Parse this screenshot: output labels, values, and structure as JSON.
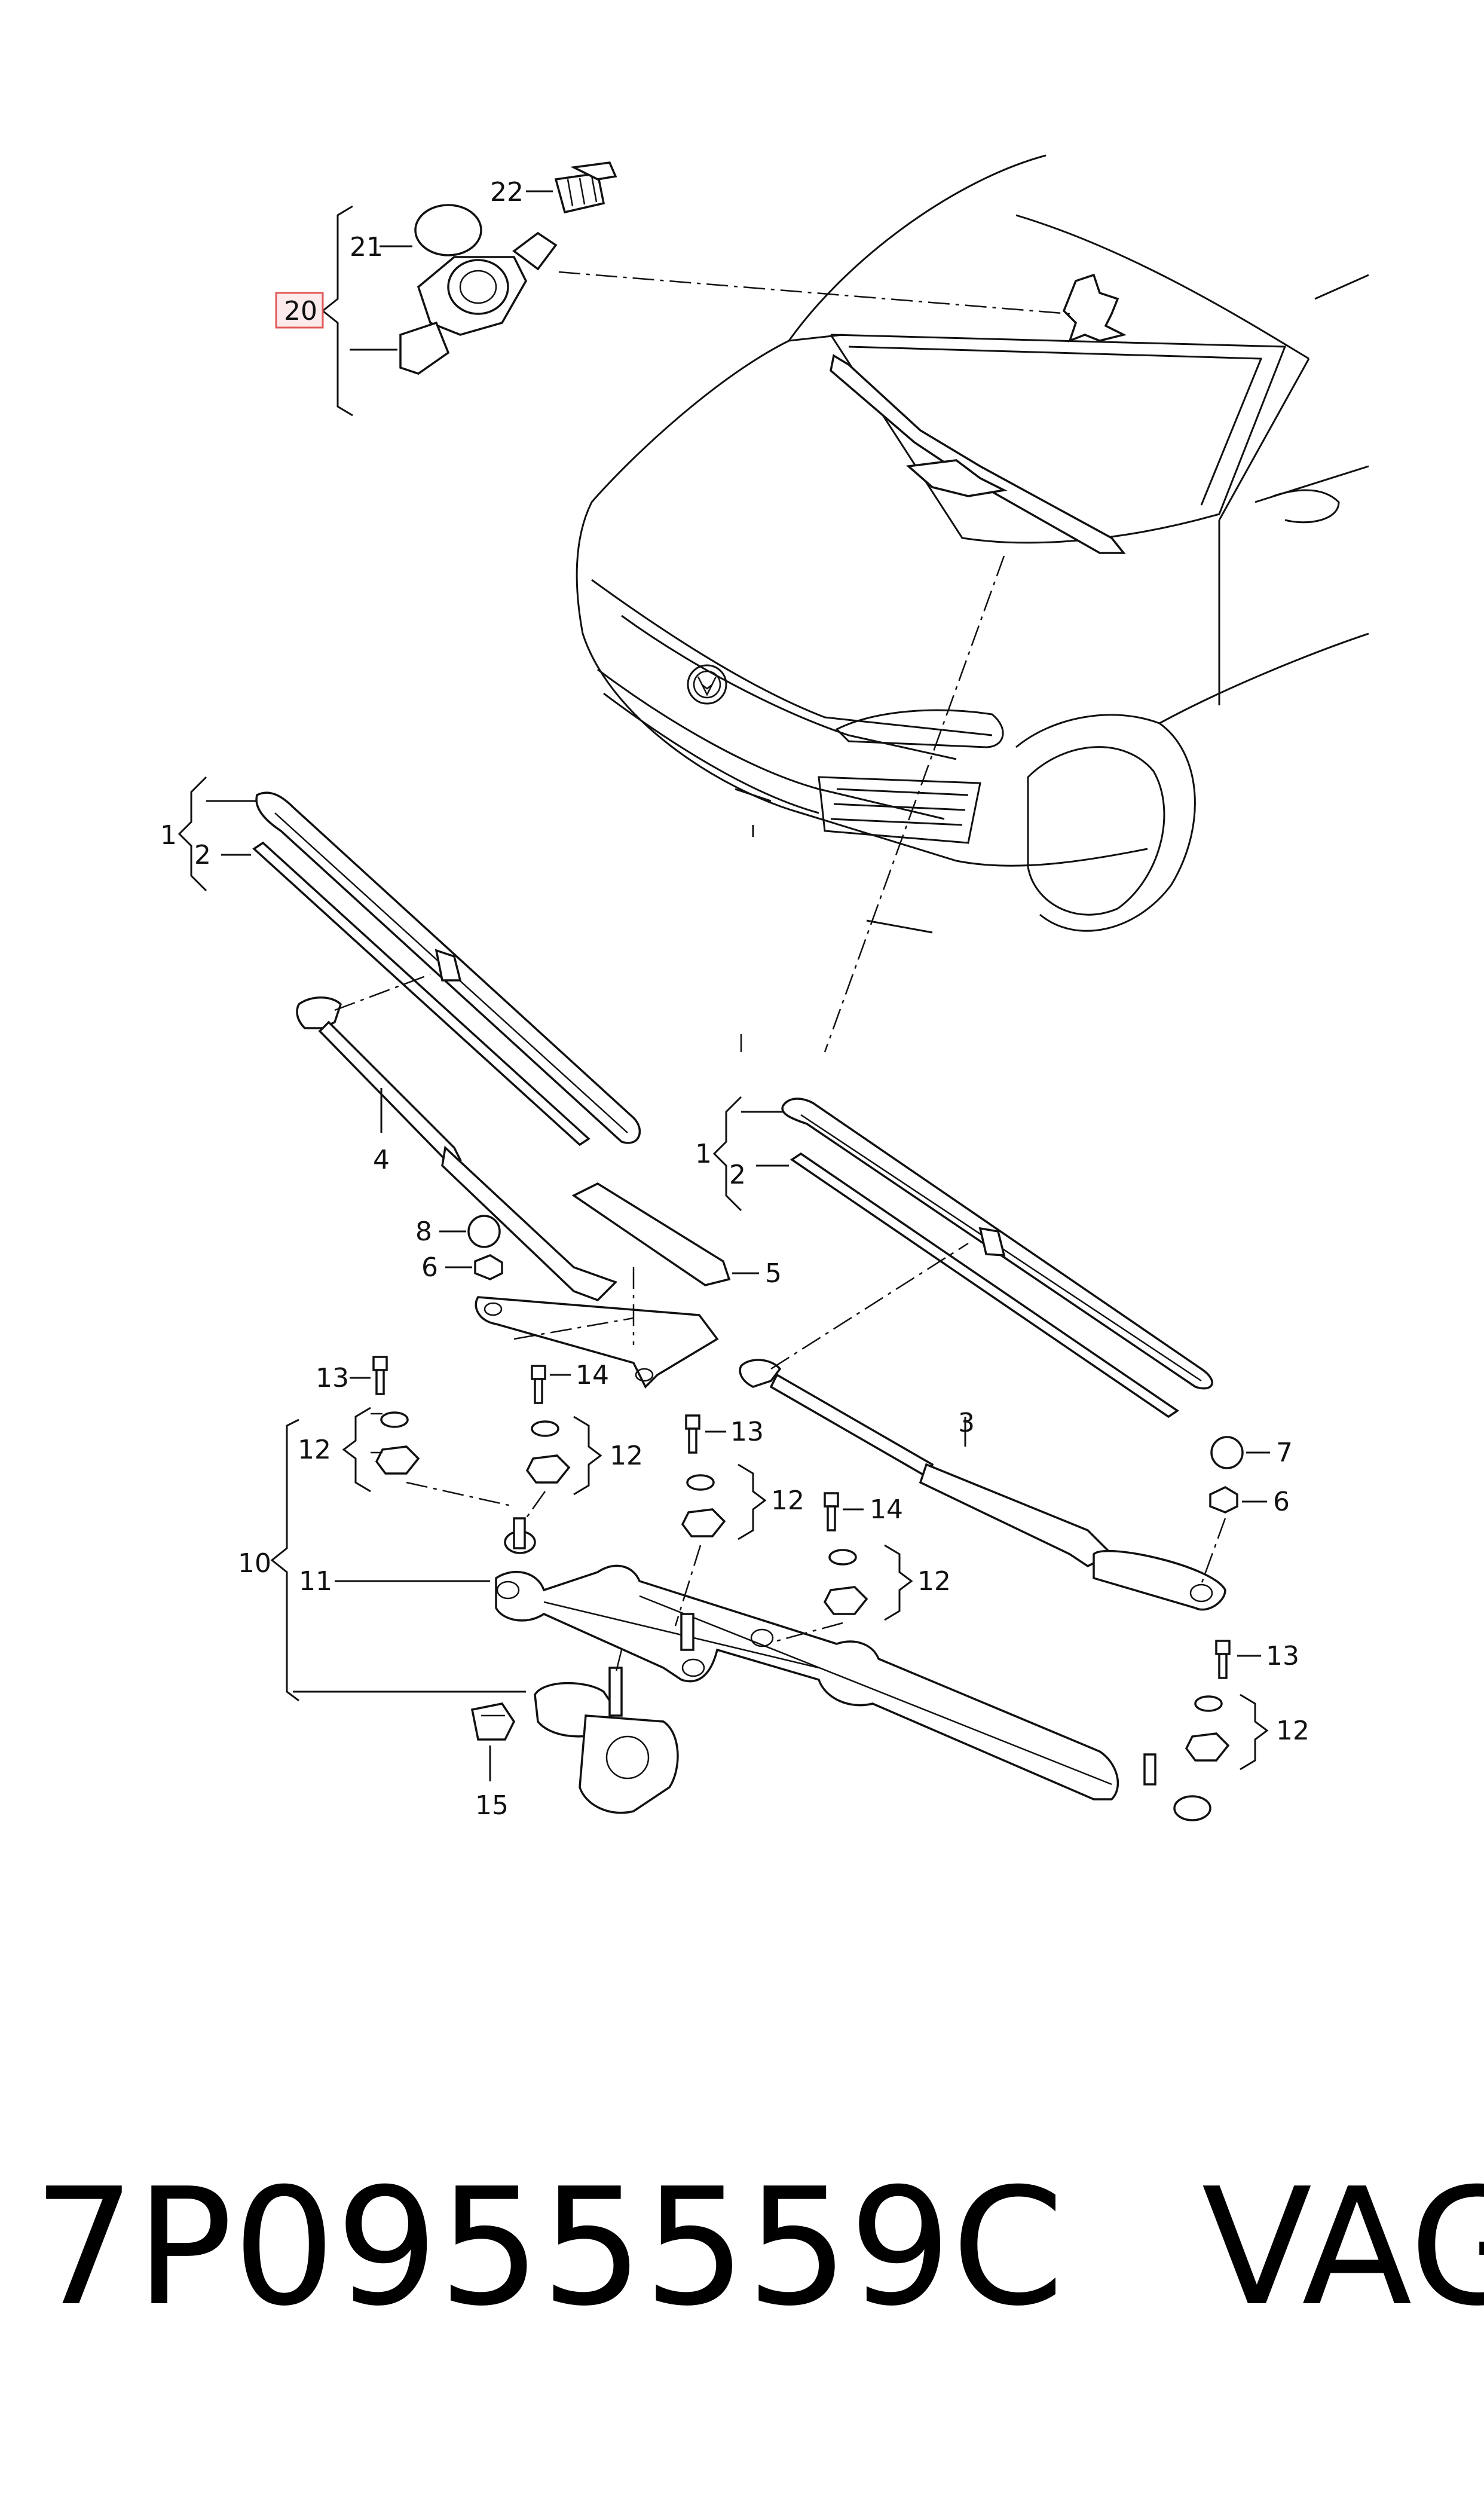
{
  "callouts": {
    "c1a": "1",
    "c2a": "2",
    "c1b": "1",
    "c2b": "2",
    "c3": "3",
    "c4": "4",
    "c5": "5",
    "c6a": "6",
    "c6b": "6",
    "c7": "7",
    "c8": "8",
    "c10": "10",
    "c11": "11",
    "c12a": "12",
    "c12b": "12",
    "c12c": "12",
    "c12d": "12",
    "c12e": "12",
    "c13a": "13",
    "c13b": "13",
    "c13c": "13",
    "c14a": "14",
    "c14b": "14",
    "c15": "15",
    "c20": "20",
    "c21": "21",
    "c22": "22"
  },
  "highlight": {
    "part": "20",
    "color": "#e05a5a"
  },
  "footer": {
    "part_number": "7P0955559C",
    "brand": "VAG"
  }
}
